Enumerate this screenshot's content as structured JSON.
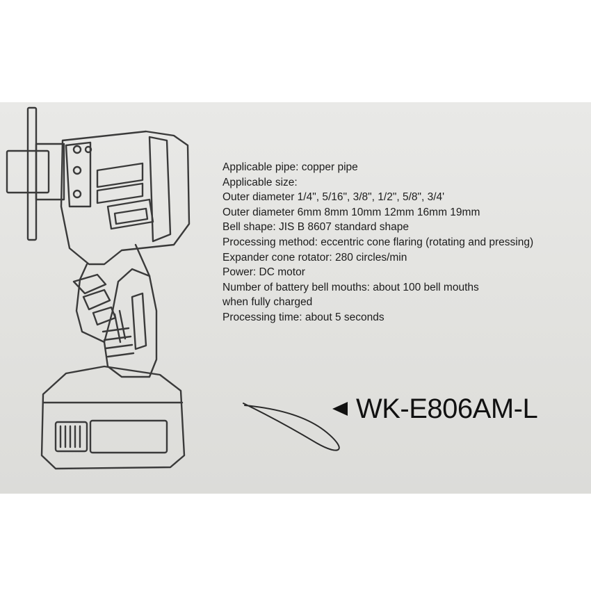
{
  "specs": [
    "Applicable pipe: copper pipe",
    "Applicable size:",
    "Outer diameter 1/4\", 5/16\", 3/8\", 1/2\", 5/8\", 3/4'",
    "Outer diameter 6mm 8mm 10mm 12mm 16mm 19mm",
    "Bell shape: JIS B 8607 standard shape",
    "Processing method: eccentric cone flaring (rotating and pressing)",
    "Expander cone rotator: 280 circles/min",
    "Power: DC motor",
    "Number of battery bell mouths: about 100 bell mouths",
    "when fully charged",
    "Processing time: about 5 seconds"
  ],
  "model": "WK-E806AM-L",
  "icons": {
    "pointer": "left-triangle-arrow-icon",
    "product": "flaring-tool-illustration"
  },
  "colors": {
    "background": "#e4e4e2",
    "line_art": "#3a3a3a",
    "text": "#1c1c1c"
  }
}
